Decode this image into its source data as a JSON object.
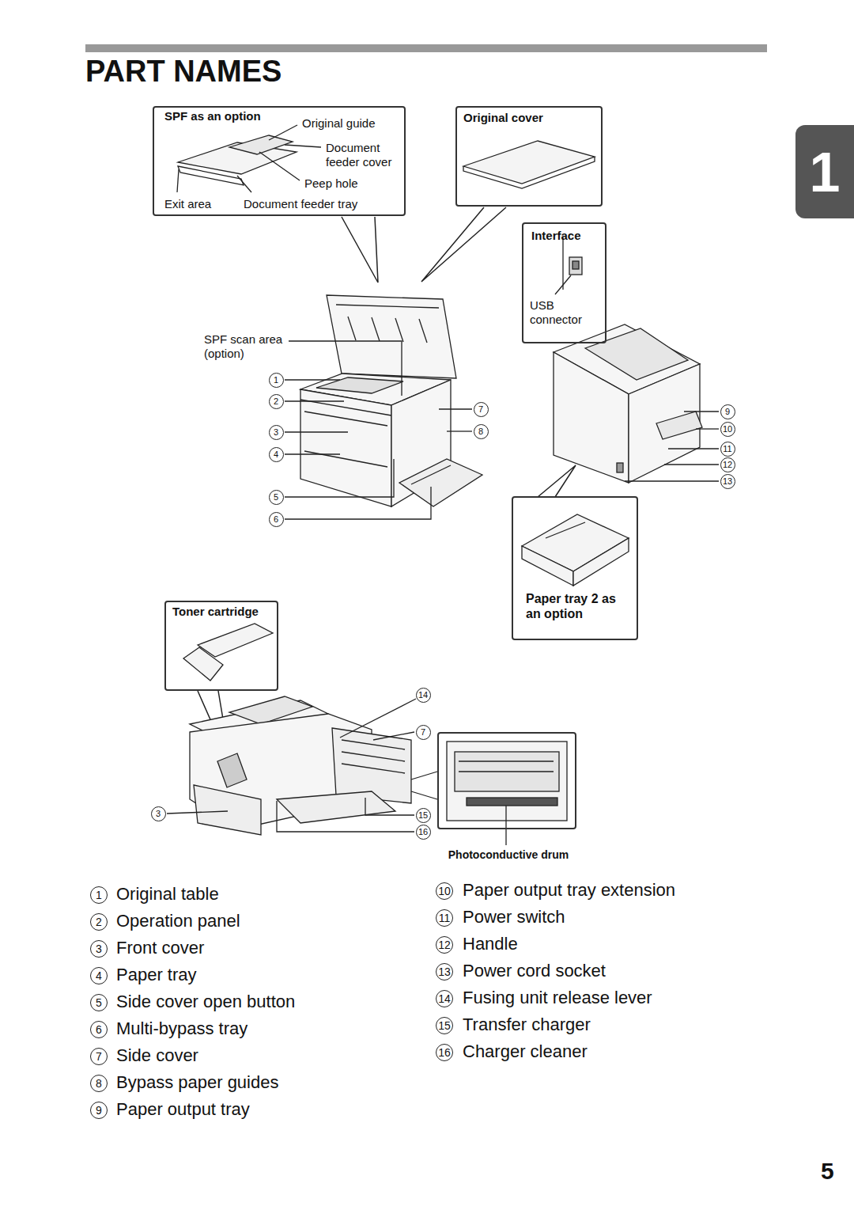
{
  "diagram": {
    "title": "PART NAMES",
    "nodes": [
      {
        "text": [
          "SPF as an option",
          "Original guide",
          "Document feeder cover",
          "Peep hole",
          "Exit area",
          "Document feeder tray"
        ]
      },
      {
        "text": [
          "Original cover"
        ]
      },
      {
        "text": [
          "Interface",
          "USB connector"
        ]
      },
      {
        "text": [
          "Paper tray 2 as an option"
        ]
      },
      {
        "text": [
          "Toner cartridge"
        ]
      },
      {
        "text": [
          "Photoconductive drum"
        ]
      },
      {
        "text": [
          "1"
        ]
      }
    ],
    "labels": [
      "1",
      "2",
      "3",
      "4",
      "5",
      "6",
      "7",
      "8",
      "SPF scan area (option)",
      "9",
      "10",
      "11",
      "12",
      "13",
      "14",
      "7",
      "3",
      "15",
      "16",
      "1",
      "Original table",
      "2",
      "Operation panel",
      "3",
      "Front cover",
      "4",
      "Paper tray",
      "5",
      "Side cover open button",
      "6",
      "Multi-bypass tray",
      "7",
      "Side cover",
      "8",
      "Bypass paper guides",
      "9",
      "Paper output tray",
      "10",
      "Paper output tray extension",
      "11",
      "Power switch",
      "12",
      "Handle",
      "13",
      "Power cord socket",
      "14",
      "Fusing unit release lever",
      "15",
      "Transfer charger",
      "16",
      "Charger cleaner",
      "5"
    ]
  }
}
